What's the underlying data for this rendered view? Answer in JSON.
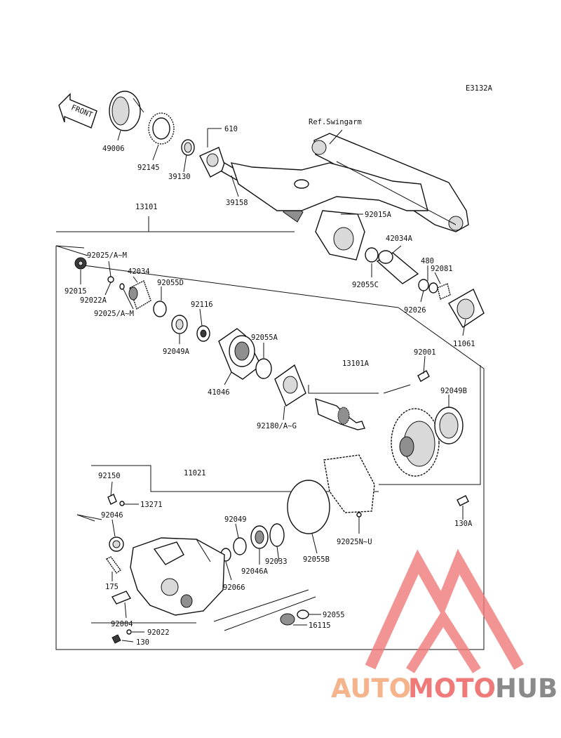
{
  "diagram": {
    "code": "E3132A",
    "front_label": "FRONT",
    "ref_label": "Ref.Swingarm",
    "parts": {
      "p49006": "49006",
      "p92145": "92145",
      "p39130": "39130",
      "p610": "610",
      "p39158": "39158",
      "p92015A": "92015A",
      "p13101": "13101",
      "p92025AM_1": "92025/A~M",
      "p92015": "92015",
      "p92022A": "92022A",
      "p42034": "42034",
      "p92025AM_2": "92025/A~M",
      "p92055D": "92055D",
      "p92116": "92116",
      "p92049A": "92049A",
      "p42034A": "42034A",
      "p480": "480",
      "p92081": "92081",
      "p92055C": "92055C",
      "p92026": "92026",
      "p11061": "11061",
      "p92055A": "92055A",
      "p41046": "41046",
      "p13101A": "13101A",
      "p92001": "92001",
      "p92049B": "92049B",
      "p92180AG": "92180/A~G",
      "p11021": "11021",
      "p92150": "92150",
      "p13271": "13271",
      "p92046": "92046",
      "p92049": "92049",
      "p92033": "92033",
      "p92046A": "92046A",
      "p92055B": "92055B",
      "p92025NU": "92025N~U",
      "p130A": "130A",
      "p175": "175",
      "p92066": "92066",
      "p92004": "92004",
      "p92022": "92022",
      "p130": "130",
      "p92055": "92055",
      "p16115": "16115"
    }
  },
  "watermark": {
    "text_auto": "AUTO",
    "text_moto": "MOTO",
    "text_hub": "HUB",
    "color_auto": "#f6b48c",
    "color_moto": "#f07a7a",
    "color_hub": "#8a8a8a"
  }
}
